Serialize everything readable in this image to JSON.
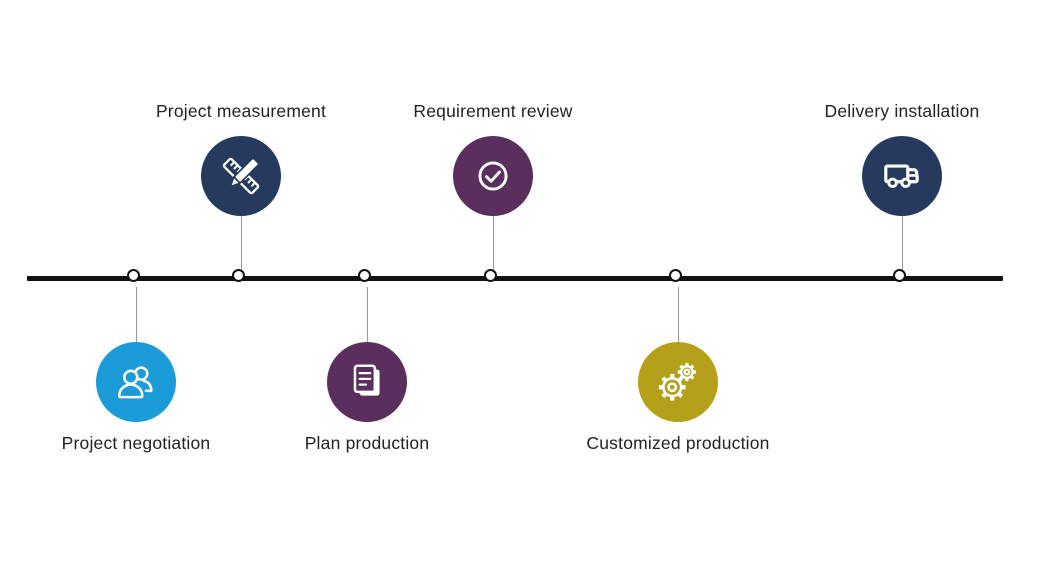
{
  "diagram": {
    "title": "",
    "background": "#ffffff",
    "timeline_color": "#111111",
    "connector_color": "#9a9a9a",
    "node_fill": "#ffffff",
    "node_border": "#111111",
    "label_color": "#222222"
  },
  "steps": [
    {
      "label": "Project negotiation",
      "icon": "users-icon",
      "color": "#1b9cd8",
      "position": "below"
    },
    {
      "label": "Project measurement",
      "icon": "ruler-pencil-icon",
      "color": "#253a5c",
      "position": "above"
    },
    {
      "label": "Plan production",
      "icon": "document-icon",
      "color": "#5b2f5d",
      "position": "below"
    },
    {
      "label": "Requirement review",
      "icon": "check-circle-icon",
      "color": "#5b2f5d",
      "position": "above"
    },
    {
      "label": "Customized production",
      "icon": "gears-icon",
      "color": "#b5a019",
      "position": "below"
    },
    {
      "label": "Delivery installation",
      "icon": "truck-icon",
      "color": "#253a5c",
      "position": "above"
    }
  ]
}
